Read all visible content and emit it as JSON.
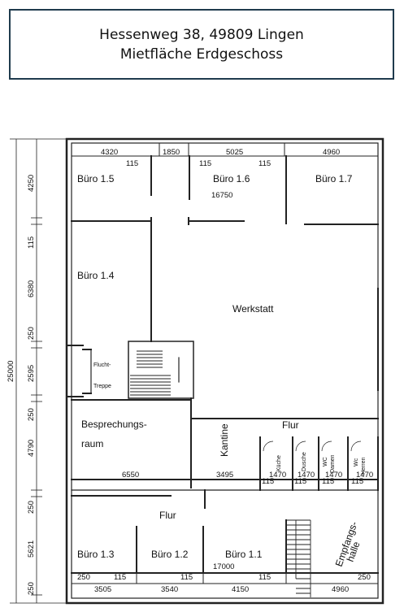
{
  "header": {
    "line1": "Hessenweg 38, 49809 Lingen",
    "line2": "Mietfläche Erdgeschoss"
  },
  "rooms": {
    "buero_1_5": "Büro 1.5",
    "buero_1_6": "Büro 1.6",
    "buero_1_7": "Büro 1.7",
    "buero_1_4": "Büro 1.4",
    "werkstatt": "Werkstatt",
    "flucht": "Flucht-",
    "treppe": "Treppe",
    "besprechung_1": "Besprechungs-",
    "besprechung_2": "raum",
    "kantine": "Kantine",
    "flur_mid": "Flur",
    "kueche": "Küche",
    "dusche": "Dusche",
    "wc_damen_1": "WC",
    "wc_damen_2": "Damen",
    "wc_herren_1": "Wc",
    "wc_herren_2": "Herren",
    "flur_bottom": "Flur",
    "buero_1_3": "Büro 1.3",
    "buero_1_2": "Büro 1.2",
    "buero_1_1": "Büro 1.1",
    "empfang_1": "Empfangs-",
    "empfang_2": "halle"
  },
  "dimensions": {
    "top_4320": "4320",
    "top_1850": "1850",
    "top_5025": "5025",
    "top_4960": "4960",
    "r1_115_a": "115",
    "r1_115_b": "115",
    "r1_115_c": "115",
    "r1_16750": "16750",
    "mid_6550": "6550",
    "mid_3495": "3495",
    "wc_1470_a": "1470",
    "wc_1470_b": "1470",
    "wc_1470_c": "1470",
    "wc_1470_d": "1470",
    "wc_115_a": "115",
    "wc_115_b": "115",
    "wc_115_c": "115",
    "wc_115_d": "115",
    "bot_17000": "17000",
    "bot_250_a": "250",
    "bot_115_a": "115",
    "bot_115_b": "115",
    "bot_115_c": "115",
    "bot_250_b": "250",
    "bot_3505": "3505",
    "bot_3540": "3540",
    "bot_4150": "4150",
    "bot_4960": "4960",
    "left_25000": "25000",
    "left_4250": "4250",
    "left_115": "115",
    "left_6380": "6380",
    "left_250_a": "250",
    "left_2595": "2595",
    "left_250_b": "250",
    "left_4790": "4790",
    "left_250_c": "250",
    "left_5621": "5621",
    "left_250_d": "250"
  }
}
